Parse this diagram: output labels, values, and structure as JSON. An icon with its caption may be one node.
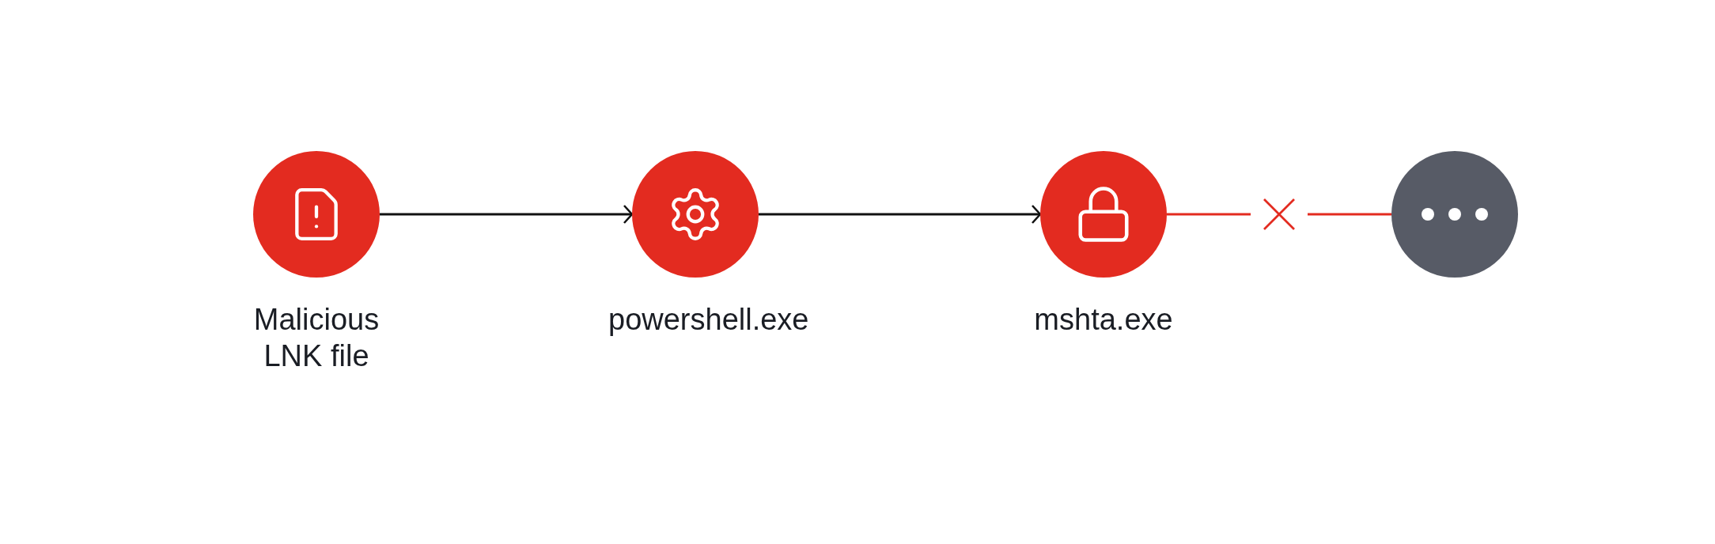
{
  "diagram": {
    "nodes": [
      {
        "text": [
          "Malicious LNK file"
        ]
      },
      {
        "text": [
          "powershell.exe"
        ]
      },
      {
        "text": [
          "mshta.exe"
        ]
      },
      {
        "text": [],
        "shape": "circle"
      }
    ],
    "edges": [
      {
        "from": 0,
        "to": 1,
        "arrow": "to"
      },
      {
        "from": 1,
        "to": 2,
        "arrow": "to"
      },
      {
        "from": 2,
        "to": 3,
        "arrow": "none",
        "color": "#e32b20"
      }
    ]
  }
}
